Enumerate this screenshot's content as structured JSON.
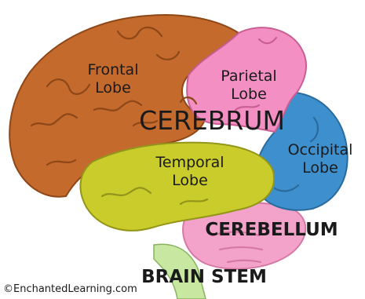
{
  "labels": {
    "frontal": "Frontal Lobe",
    "parietal": "Parietal Lobe",
    "occipital": "Occipital Lobe",
    "temporal": "Temporal Lobe",
    "cerebrum": "CEREBRUM",
    "cerebellum": "CEREBELLUM",
    "brain_stem": "BRAIN STEM",
    "copyright": "©EnchantedLearning.com"
  },
  "colors": {
    "frontal": "#c46a2d",
    "parietal": "#f38fc2",
    "occipital": "#3e8fcd",
    "temporal": "#c9cc2a",
    "cerebellum": "#f3a3c9",
    "brain_stem": "#c8e7a1"
  }
}
